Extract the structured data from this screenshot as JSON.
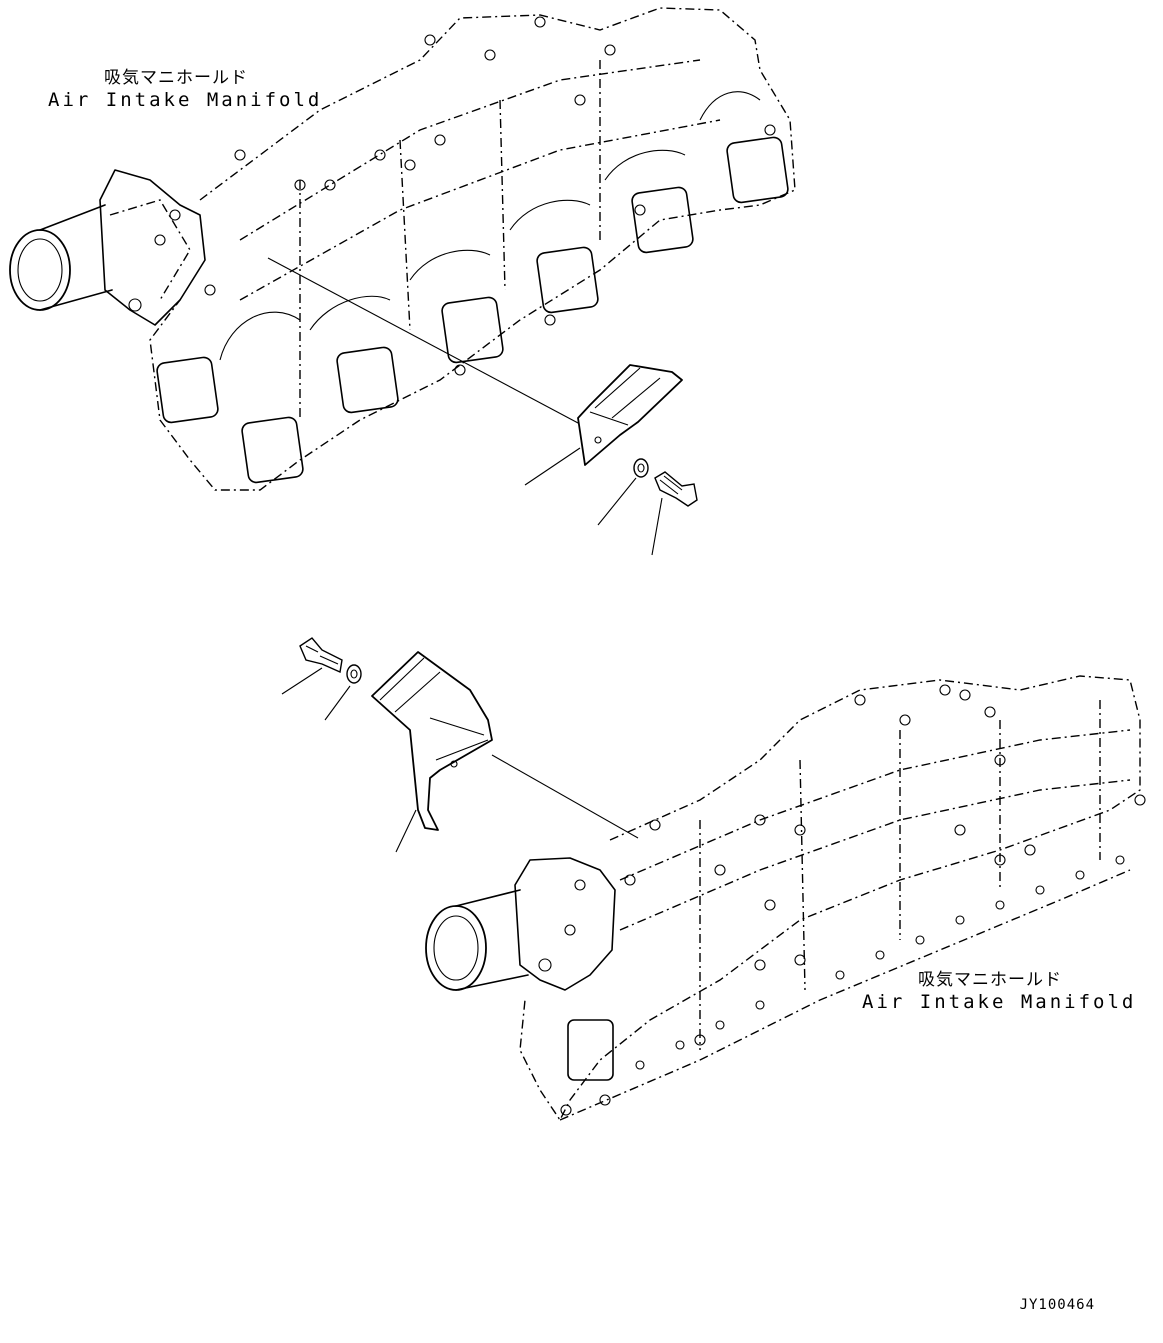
{
  "callouts": {
    "top": {
      "japanese": "吸気マニホールド",
      "english": "Air Intake Manifold"
    },
    "bottom": {
      "japanese": "吸気マニホールド",
      "english": "Air Intake Manifold"
    }
  },
  "drawing_number": "JY100464"
}
